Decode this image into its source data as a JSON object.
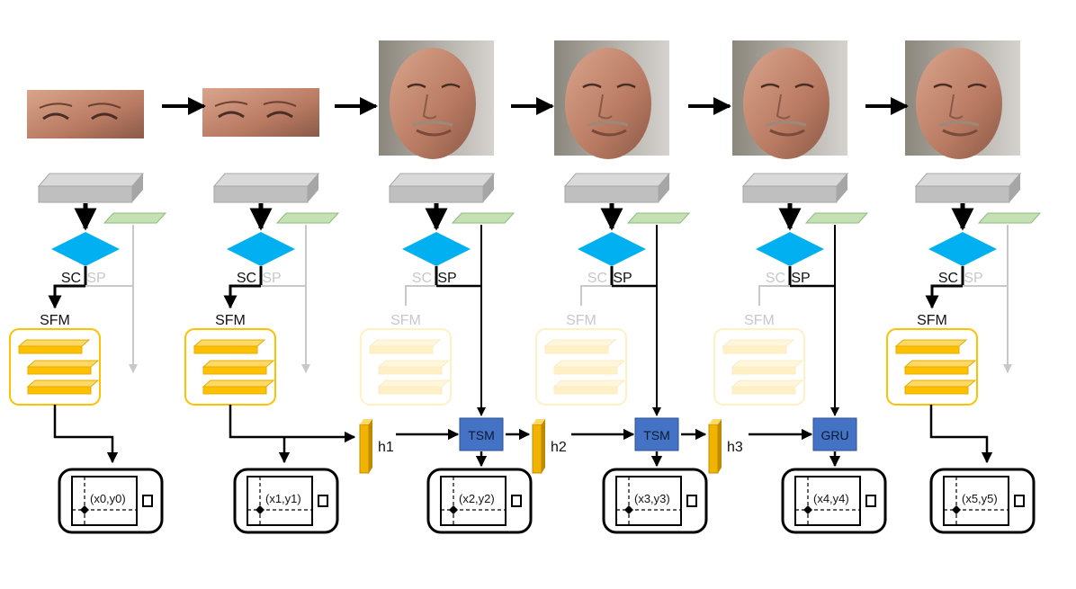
{
  "stages": [
    {
      "image": "eye-crop",
      "coord": "(x0,y0)",
      "sc": "SC",
      "sp": "SP",
      "active": "SC",
      "sfm": "SFM"
    },
    {
      "image": "eye-crop",
      "coord": "(x1,y1)",
      "sc": "SC",
      "sp": "SP",
      "active": "SC",
      "sfm": "SFM"
    },
    {
      "image": "face-crop",
      "coord": "(x2,y2)",
      "sc": "SC",
      "sp": "SP",
      "active": "SP",
      "sfm": "SFM"
    },
    {
      "image": "face-crop",
      "coord": "(x3,y3)",
      "sc": "SC",
      "sp": "SP",
      "active": "SP",
      "sfm": "SFM"
    },
    {
      "image": "face-crop",
      "coord": "(x4,y4)",
      "sc": "SC",
      "sp": "SP",
      "active": "SP",
      "sfm": "SFM"
    },
    {
      "image": "face-crop",
      "coord": "(x5,y5)",
      "sc": "SC",
      "sp": "SP",
      "active": "SC",
      "sfm": "SFM"
    }
  ],
  "hidden_states": [
    "h1",
    "h2",
    "h3"
  ],
  "modules": [
    "TSM",
    "TSM",
    "GRU"
  ],
  "colors": {
    "diamond": "#00b0f0",
    "feature_block": "#bfbfbf",
    "green_plane": "#c5e0b4",
    "sfm_layer": "#ffc000",
    "sfm_border": "#ffc000",
    "module_box": "#4472c4",
    "hidden_state": "#e6ad00",
    "faded": "#d0d0d0",
    "arrow": "#000000"
  },
  "icons": [
    "phone-icon",
    "gaze-point-icon",
    "arrow-icon"
  ]
}
